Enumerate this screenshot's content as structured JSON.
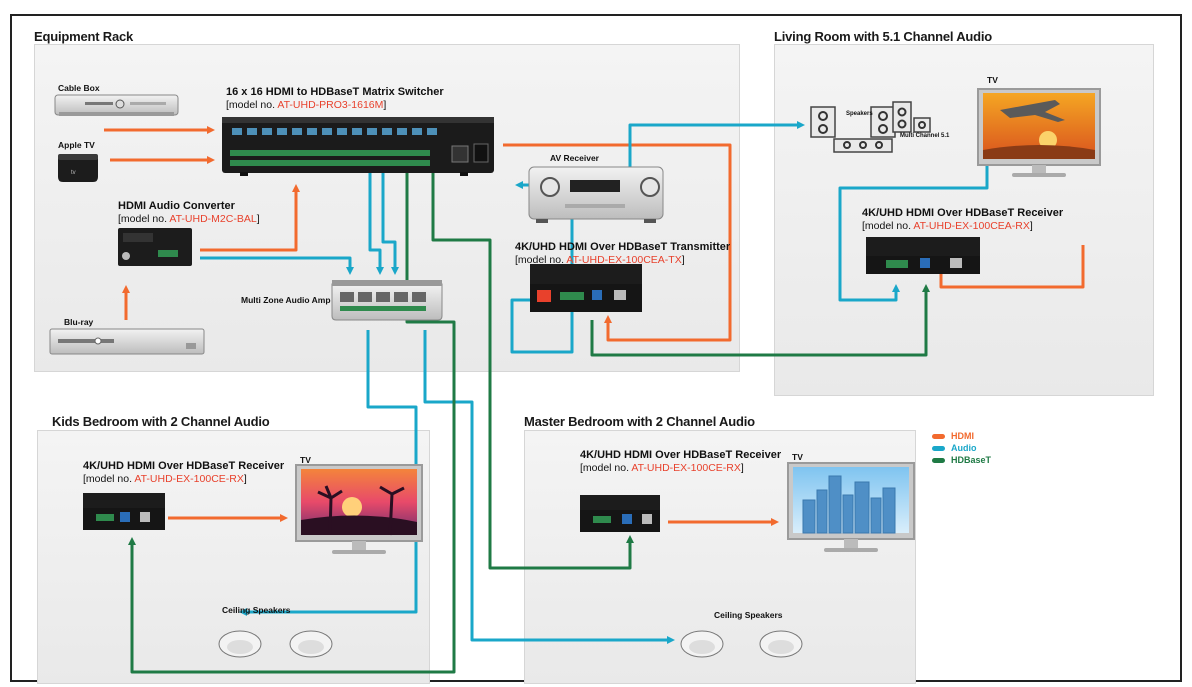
{
  "rooms": {
    "equipment": "Equipment Rack",
    "living": "Living Room with 5.1 Channel Audio",
    "kids": "Kids Bedroom with 2 Channel  Audio",
    "master": "Master Bedroom with 2 Channel  Audio"
  },
  "devices": {
    "cable_box": "Cable Box",
    "apple_tv": "Apple TV",
    "blu_ray": "Blu-ray",
    "matrix_title": "16 x 16 HDMI to HDBaseT Matrix Switcher",
    "matrix_model_prefix": "[model no. ",
    "matrix_model": "AT-UHD-PRO3-1616M",
    "model_suffix": "]",
    "audio_converter_title": "HDMI Audio Converter",
    "audio_converter_model": "AT-UHD-M2C-BAL",
    "multi_zone_amp": "Multi Zone Audio Amp",
    "av_receiver": "AV Receiver",
    "transmitter_title": "4K/UHD HDMI Over HDBaseT Transmitter",
    "transmitter_model": "AT-UHD-EX-100CEA-TX",
    "living_receiver_title": "4K/UHD HDMI Over HDBaseT  Receiver",
    "living_receiver_model": "AT-UHD-EX-100CEA-RX",
    "kids_receiver_title": "4K/UHD HDMI Over HDBaseT  Receiver",
    "kids_receiver_model": "AT-UHD-EX-100CE-RX",
    "master_receiver_title": "4K/UHD HDMI Over HDBaseT  Receiver",
    "master_receiver_model": "AT-UHD-EX-100CE-RX",
    "tv": "TV",
    "speakers": "Speakers",
    "multi_channel": "Multi Channel 5.1",
    "ceiling_speakers": "Ceiling Speakers"
  },
  "legend": [
    {
      "label": "HDMI",
      "color": "#f26a2e"
    },
    {
      "label": "Audio",
      "color": "#1aa7c9"
    },
    {
      "label": "HDBaseT",
      "color": "#1f7a45"
    }
  ],
  "colors": {
    "hdmi": "#f26a2e",
    "audio": "#1aa7c9",
    "hdbaset": "#1f7a45",
    "model_red": "#e8412c"
  }
}
